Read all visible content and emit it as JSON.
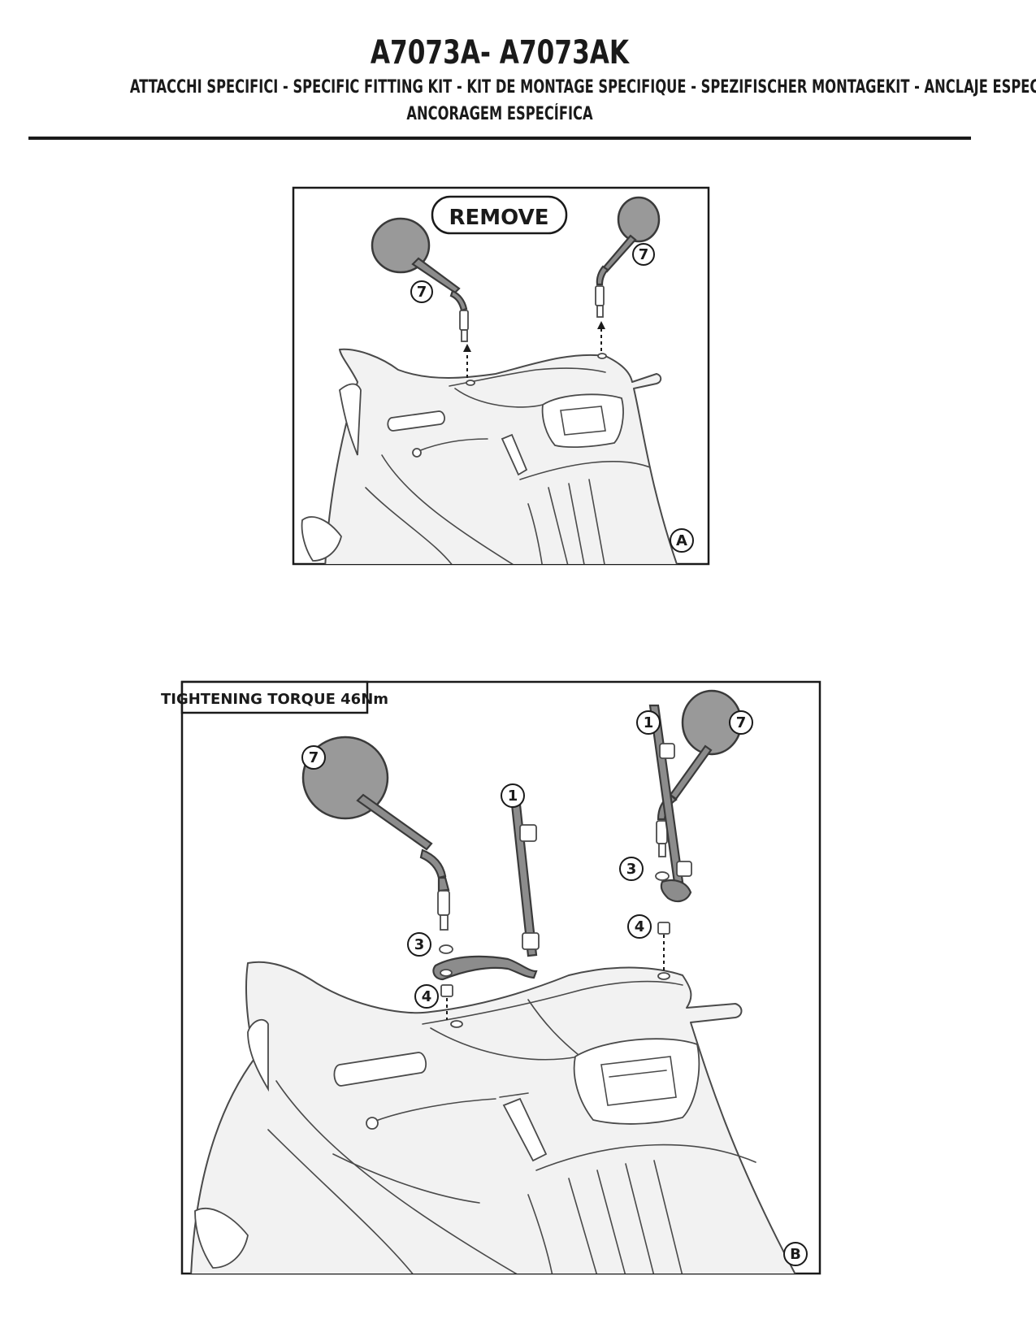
{
  "header": {
    "title": "A7073A- A7073AK",
    "subtitle_line1": "ATTACCHI SPECIFICI  -  SPECIFIC FITTING KIT  -  KIT DE MONTAGE SPECIFIQUE -  SPEZIFISCHER MONTAGEKIT  -  ANCLAJE ESPECÍFICO",
    "subtitle_line2": "ANCORAGEM ESPECÍFICA"
  },
  "figure_a": {
    "label": "REMOVE",
    "step": "A",
    "parts": [
      "7",
      "7"
    ]
  },
  "figure_b": {
    "label": "TIGHTENING TORQUE 46Nm",
    "step": "B",
    "parts": [
      "7",
      "1",
      "3",
      "4",
      "1",
      "7",
      "3",
      "4"
    ]
  },
  "colors": {
    "line": "#1a1a1a",
    "mirror_gray": "#999999",
    "part_fill": "#f2f2f2"
  }
}
